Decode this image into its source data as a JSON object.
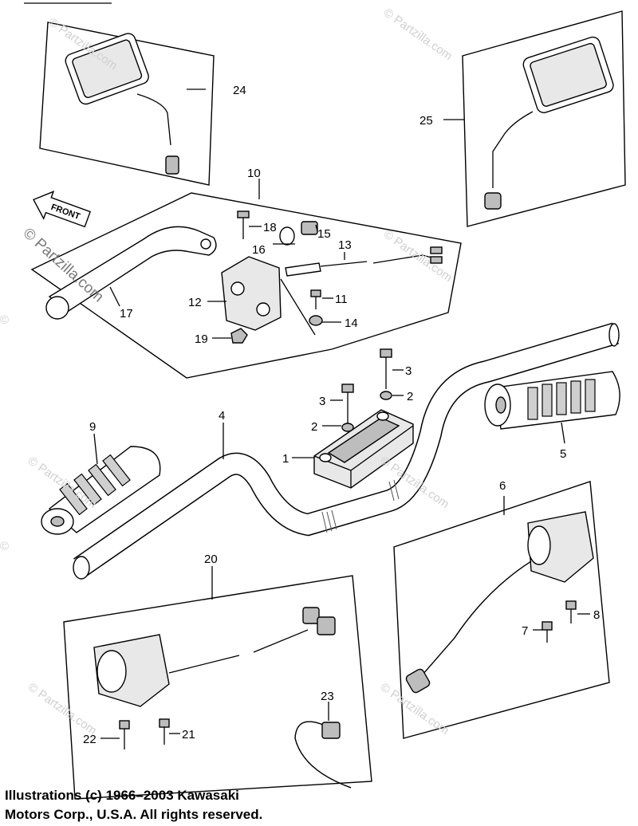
{
  "watermark": {
    "text": "© Partzilla.com",
    "short": "©"
  },
  "front_arrow": {
    "text": "FRONT"
  },
  "part_labels": [
    "1",
    "2",
    "2",
    "3",
    "3",
    "4",
    "5",
    "6",
    "7",
    "8",
    "9",
    "10",
    "11",
    "12",
    "13",
    "14",
    "15",
    "16",
    "17",
    "18",
    "19",
    "20",
    "21",
    "22",
    "23",
    "24",
    "25"
  ],
  "copyright": {
    "line1": "Illustrations (c) 1966–2003 Kawasaki",
    "line2": "Motors Corp., U.S.A.  All rights reserved."
  }
}
